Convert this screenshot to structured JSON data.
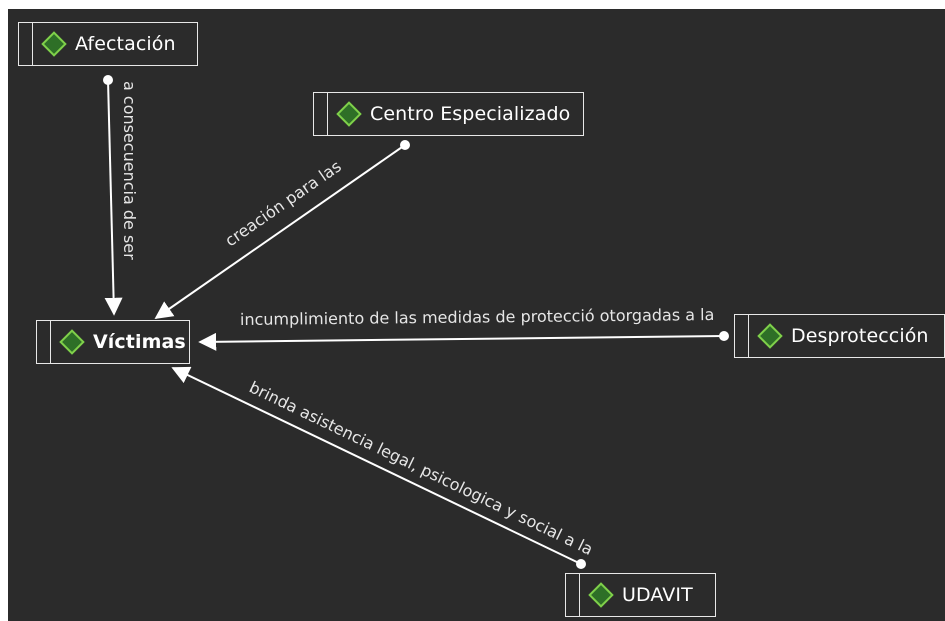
{
  "nodes": {
    "afectacion": {
      "label": "Afectación",
      "icon": "green-diamond-icon"
    },
    "centro": {
      "label": "Centro Especializado",
      "icon": "green-diamond-icon"
    },
    "victimas": {
      "label": "Víctimas",
      "icon": "green-diamond-icon"
    },
    "desproteccion": {
      "label": "Desprotección",
      "icon": "green-diamond-icon"
    },
    "udavit": {
      "label": "UDAVIT",
      "icon": "green-diamond-icon"
    }
  },
  "links": {
    "afectacion_victimas": "a consecuencia de ser",
    "centro_victimas": "creación para las",
    "desproteccion_victimas": "incumplimiento de las medidas de protecció otorgadas a la",
    "udavit_victimas": "brinda asistencia legal, psicologica y social a la"
  },
  "colors": {
    "background": "#2b2b2b",
    "line": "#ffffff",
    "diamond_fill": "#2e6f27",
    "diamond_border": "#7fcf4a"
  }
}
